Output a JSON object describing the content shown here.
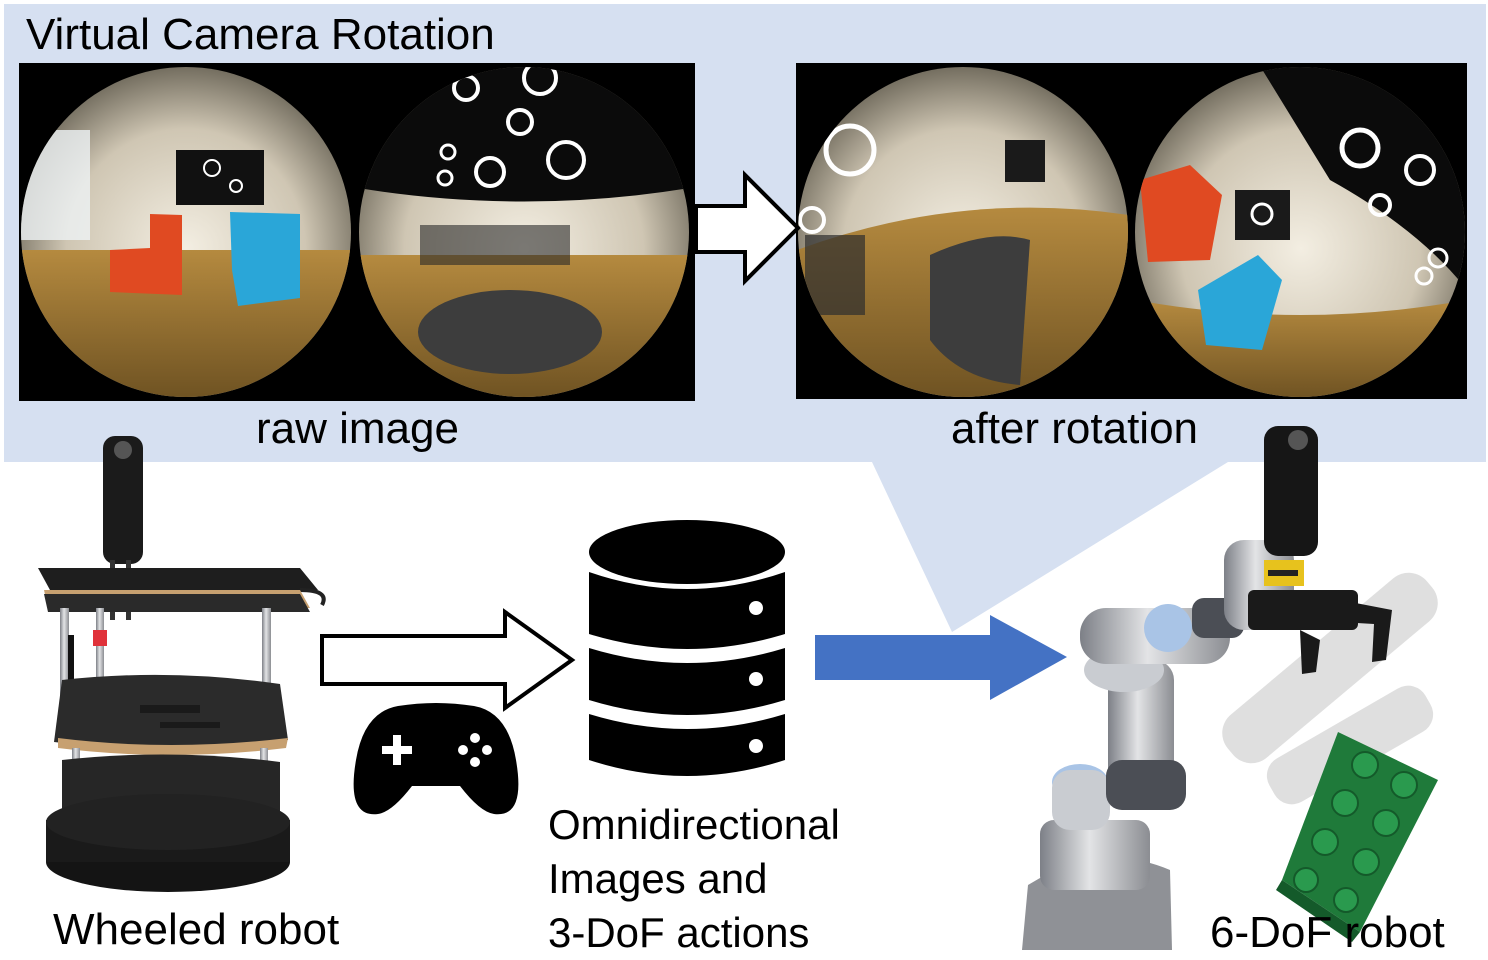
{
  "panel": {
    "title": "Virtual Camera Rotation",
    "raw_caption": "raw image",
    "after_caption": "after rotation"
  },
  "wheeled_robot": {
    "caption": "Wheeled robot"
  },
  "dataset": {
    "line1": "Omnidirectional",
    "line2": "Images and",
    "line3": "3-DoF actions"
  },
  "arm_robot": {
    "caption": "6-DoF robot"
  },
  "colors": {
    "panel_bg": "#d6e0f1",
    "flow_arrow": "#4472c4",
    "chair_orange": "#e04a22",
    "chair_blue": "#2aa6d8",
    "brick_green": "#1f7a3a"
  }
}
